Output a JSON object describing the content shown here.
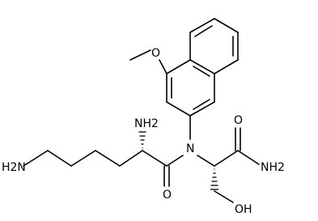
{
  "molecule": {
    "atom_labels": {
      "amine_terminal": "H2N",
      "amine_alpha": "NH2",
      "amide_nitrogen": "N",
      "methoxy_oxygen": "O",
      "carbonyl_oxygen_left": "O",
      "carbonyl_oxygen_right": "O",
      "amide_nh2": "NH2",
      "hydroxyl": "OH"
    }
  }
}
